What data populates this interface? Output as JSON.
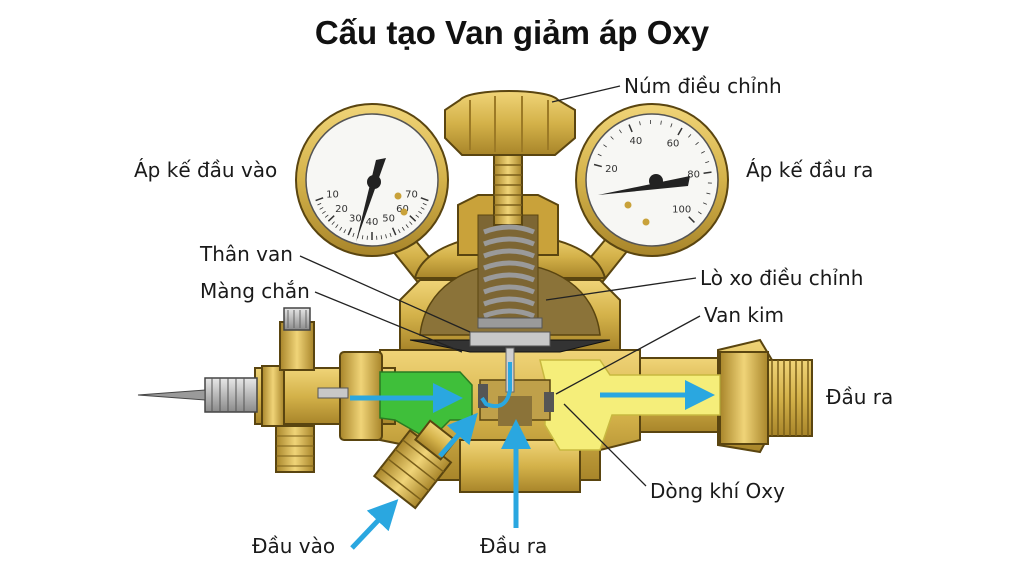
{
  "title": "Cấu tạo Van giảm áp Oxy",
  "labels": {
    "adjust_knob": "Núm điều chỉnh",
    "inlet_gauge": "Áp kế đầu vào",
    "outlet_gauge": "Áp kế đầu ra",
    "valve_body": "Thân van",
    "diaphragm": "Màng chắn",
    "adjust_spring": "Lò xo điều chỉnh",
    "needle_valve": "Van kim",
    "outlet_right": "Đầu ra",
    "oxygen_flow": "Dòng khí Oxy",
    "inlet": "Đầu vào",
    "outlet_bottom": "Đầu ra"
  },
  "inlet_gauge_ticks": [
    "10",
    "20",
    "30",
    "40",
    "50",
    "60",
    "70"
  ],
  "outlet_gauge_ticks": [
    "20",
    "40",
    "60",
    "80",
    "100"
  ],
  "colors": {
    "brass": "#d4b24a",
    "brass_dark": "#a8852a",
    "high_pressure": "#3fbf3a",
    "low_pressure": "#f5ee7a",
    "flow_arrow": "#2aa7e0"
  }
}
